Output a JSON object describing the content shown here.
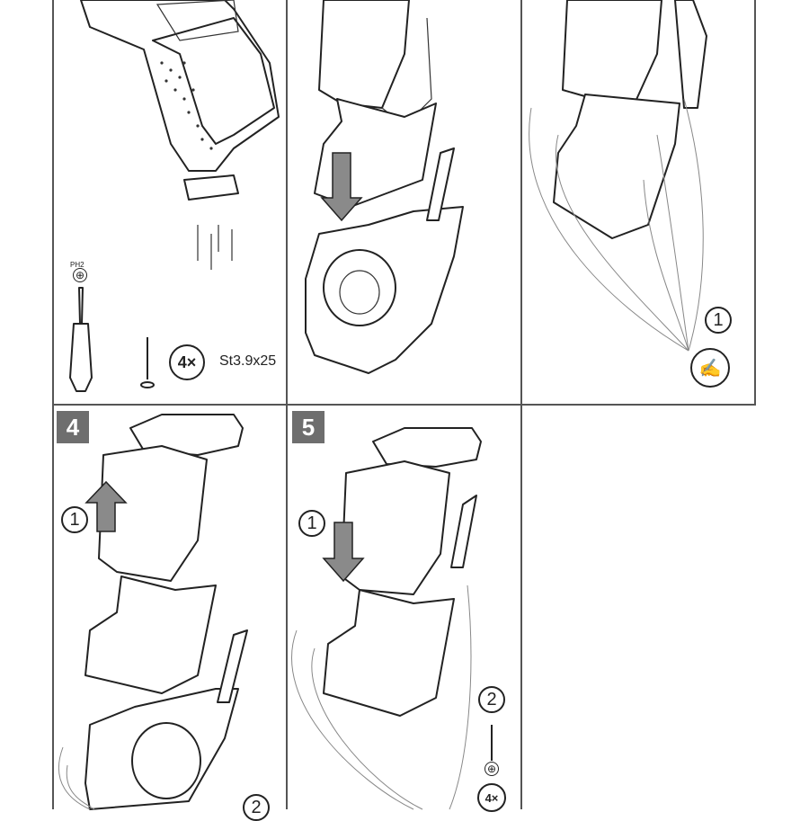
{
  "panels": {
    "p1": {
      "tool_label": "PH2",
      "screw_count": "4×",
      "screw_spec": "St3.9x25"
    },
    "p3": {
      "callout_number": "1"
    },
    "p4": {
      "step_number": "4",
      "callout_1": "1",
      "callout_2": "2"
    },
    "p5": {
      "step_number": "5",
      "callout_1": "1",
      "callout_2": "2",
      "screw_count": "4×"
    }
  },
  "colors": {
    "step_badge": "#6e6e6e",
    "arrow_fill": "#8a8a8a",
    "line": "#222222"
  }
}
